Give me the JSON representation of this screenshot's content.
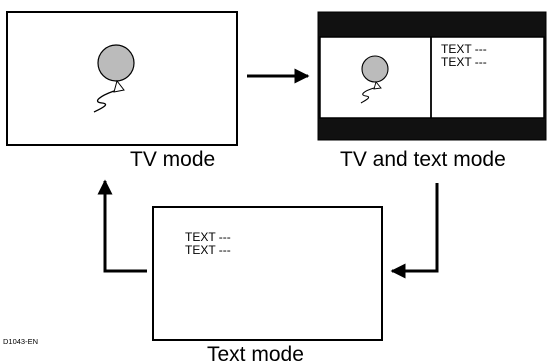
{
  "modes": {
    "tv": {
      "label": "TV mode"
    },
    "tv_text": {
      "label": "TV and text mode",
      "text_lines": [
        "TEXT ---",
        "TEXT ---"
      ]
    },
    "text": {
      "label": "Text mode",
      "text_lines": [
        "TEXT ---",
        "TEXT ---"
      ]
    }
  },
  "figure_code": "D1043-EN"
}
